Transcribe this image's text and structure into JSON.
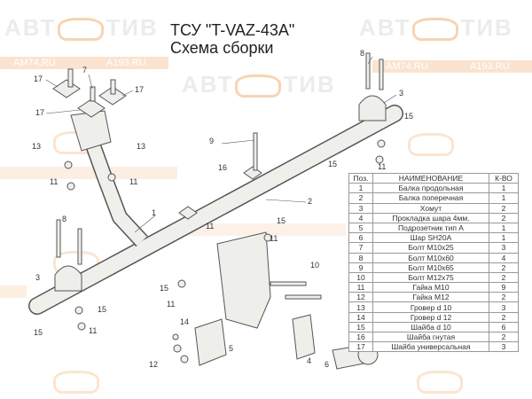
{
  "title": {
    "line1": "ТСУ \"T-VAZ-43A\"",
    "line2": "Схема сборки"
  },
  "watermark": {
    "site1": "AM74.RU",
    "site2": "A193.RU",
    "logo_left": "АВТ",
    "logo_right": "ТИВ"
  },
  "colors": {
    "band": "#fbe3cf",
    "part_fill": "#eeeeea",
    "outline": "#555555"
  },
  "table": {
    "headers": [
      "Поз.",
      "НАИМЕНОВАНИЕ",
      "К-ВО"
    ],
    "rows": [
      [
        "1",
        "Балка продольная",
        "1"
      ],
      [
        "2",
        "Балка поперечная",
        "1"
      ],
      [
        "3",
        "Хомут",
        "2"
      ],
      [
        "4",
        "Прокладка шара 4мм.",
        "2"
      ],
      [
        "5",
        "Подрозетник тип А",
        "1"
      ],
      [
        "6",
        "Шар SH20A",
        "1"
      ],
      [
        "7",
        "Болт М10х25",
        "3"
      ],
      [
        "8",
        "Болт М10х60",
        "4"
      ],
      [
        "9",
        "Болт М10х65",
        "2"
      ],
      [
        "10",
        "Болт М12х75",
        "2"
      ],
      [
        "11",
        "Гайка М10",
        "9"
      ],
      [
        "12",
        "Гайка М12",
        "2"
      ],
      [
        "13",
        "Гровер d 10",
        "3"
      ],
      [
        "14",
        "Гровер d 12",
        "2"
      ],
      [
        "15",
        "Шайба d 10",
        "6"
      ],
      [
        "16",
        "Шайба гнутая",
        "2"
      ],
      [
        "17",
        "Шайба универсальная",
        "3"
      ]
    ]
  },
  "callouts": [
    "17",
    "7",
    "17",
    "17",
    "13",
    "13",
    "11",
    "11",
    "9",
    "16",
    "8",
    "3",
    "15",
    "15",
    "11",
    "1",
    "2",
    "15",
    "11",
    "8",
    "3",
    "15",
    "11",
    "10",
    "15",
    "11",
    "14",
    "12",
    "5",
    "4",
    "6",
    "15",
    "11"
  ]
}
